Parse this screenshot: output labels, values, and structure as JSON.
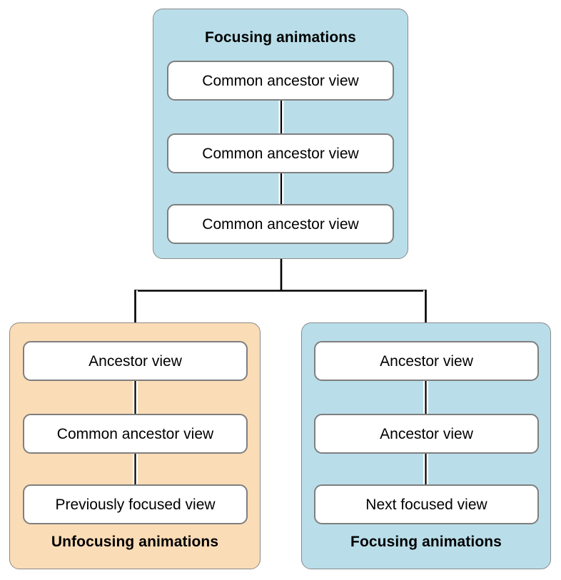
{
  "diagram": {
    "title": "Focusing animations",
    "groups": [
      {
        "id": "common-ancestors",
        "label": "Focusing animations",
        "label_position": "top",
        "color": "#b9dee9",
        "nodes": [
          {
            "label": "Common ancestor view"
          },
          {
            "label": "Common ancestor view"
          },
          {
            "label": "Common ancestor view"
          }
        ]
      },
      {
        "id": "unfocusing",
        "label": "Unfocusing animations",
        "label_position": "bottom",
        "color": "#fadcb6",
        "nodes": [
          {
            "label": "Ancestor view"
          },
          {
            "label": "Common ancestor view"
          },
          {
            "label": "Previously focused view"
          }
        ]
      },
      {
        "id": "focusing",
        "label": "Focusing animations",
        "label_position": "bottom",
        "color": "#b9dee9",
        "nodes": [
          {
            "label": "Ancestor view"
          },
          {
            "label": "Ancestor view"
          },
          {
            "label": "Next focused view"
          }
        ]
      }
    ],
    "colors": {
      "blue_panel": "#b9dee9",
      "orange_panel": "#fadcb6",
      "node_fill": "#ffffff",
      "node_border": "#7f7f7f",
      "panel_border": "#8a8a8a",
      "connector": "#000000",
      "background": "#ffffff"
    }
  }
}
